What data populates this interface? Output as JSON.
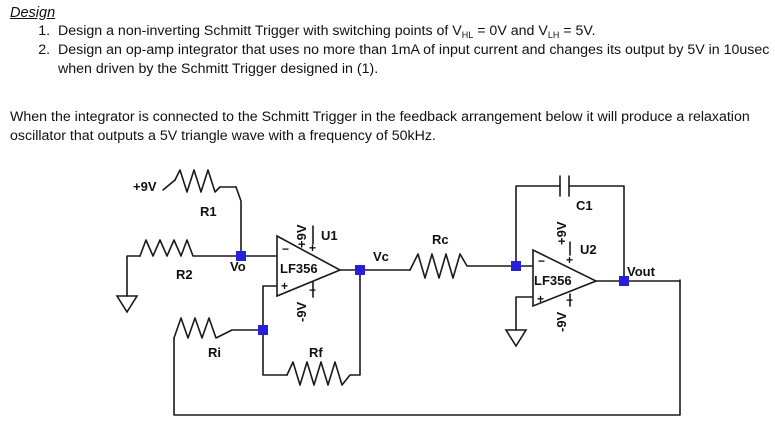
{
  "design": {
    "heading": "Design",
    "tasks": [
      {
        "pre": "Design a non-inverting Schmitt Trigger with switching points of V",
        "sub1": "HL",
        "mid": " = 0V and V",
        "sub2": "LH",
        "post": " = 5V."
      },
      {
        "text": "Design an op-amp integrator that uses no more than 1mA of input current and changes its output by 5V in 10usec when driven by the Schmitt Trigger designed in (1)."
      }
    ],
    "intro": "When the integrator is connected to the Schmitt Trigger in the feedback arrangement below it will produce a relaxation oscillator that outputs a 5V triangle wave with a frequency of 50kHz."
  },
  "schematic": {
    "supply_pos": "+9V",
    "supply_neg": "-9V",
    "op1_supply_pos": "+9V",
    "op1_supply_neg": "-9V",
    "op2_supply_pos": "+9V",
    "op2_supply_neg": "-9V",
    "r1": "R1",
    "r2": "R2",
    "ri": "Ri",
    "rf": "Rf",
    "rc": "Rc",
    "c1": "C1",
    "u1": "U1",
    "u2": "U2",
    "op1_model": "LF356",
    "op2_model": "LF356",
    "net_vo": "Vo",
    "net_vc": "Vc",
    "net_vout": "Vout",
    "pin_minus": "−",
    "pin_plus": "+",
    "wire_color": "#1a1a1a",
    "node_color": "#2a1fd8"
  }
}
